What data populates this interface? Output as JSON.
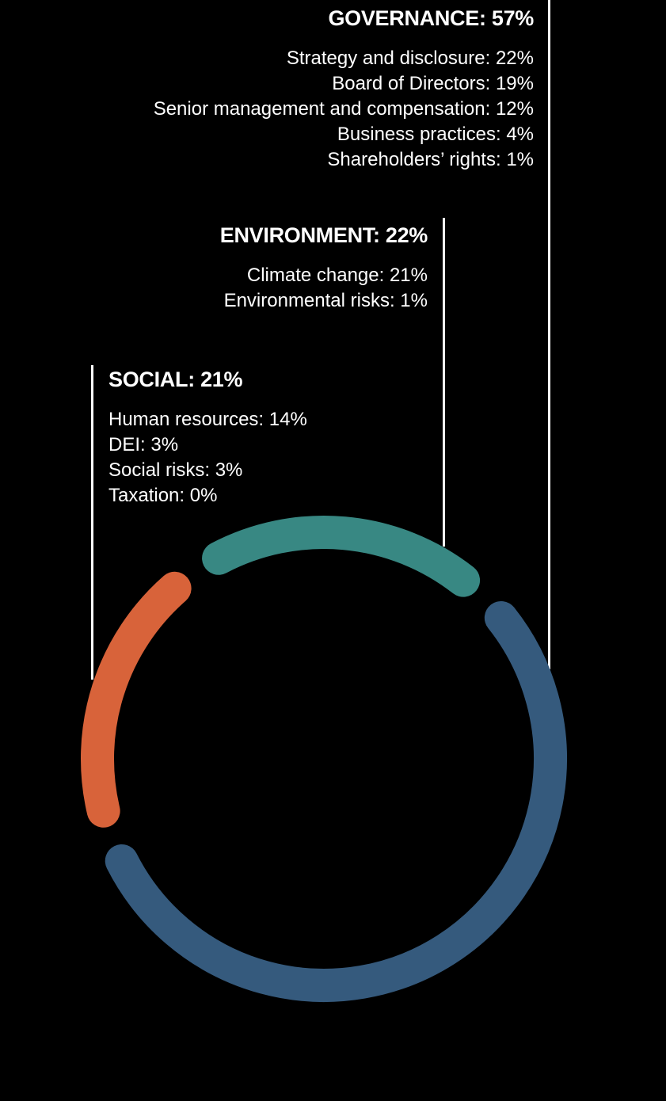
{
  "background_color": "#000000",
  "text_color": "#ffffff",
  "connector_color": "#ffffff",
  "callouts": {
    "governance": {
      "title": "GOVERNANCE: 57%",
      "items": [
        "Strategy and disclosure: 22%",
        "Board of Directors: 19%",
        "Senior management and compensation: 12%",
        "Business practices: 4%",
        "Shareholders’ rights: 1%"
      ]
    },
    "environment": {
      "title": "ENVIRONMENT: 22%",
      "items": [
        "Climate change: 21%",
        "Environmental risks: 1%"
      ]
    },
    "social": {
      "title": "SOCIAL: 21%",
      "items": [
        "Human resources: 14%",
        "DEI: 3%",
        "Social risks: 3%",
        "Taxation: 0%"
      ]
    }
  },
  "chart_data": {
    "type": "donut",
    "unit": "%",
    "title": "",
    "legend_position": "external-callouts-with-connector-lines",
    "grid": false,
    "series": [
      {
        "name": "Governance",
        "value": 57,
        "color": "#355a7d",
        "children": [
          {
            "name": "Strategy and disclosure",
            "value": 22
          },
          {
            "name": "Board of Directors",
            "value": 19
          },
          {
            "name": "Senior management and compensation",
            "value": 12
          },
          {
            "name": "Business practices",
            "value": 4
          },
          {
            "name": "Shareholders’ rights",
            "value": 1
          }
        ]
      },
      {
        "name": "Social",
        "value": 21,
        "color": "#d8633a",
        "children": [
          {
            "name": "Human resources",
            "value": 14
          },
          {
            "name": "DEI",
            "value": 3
          },
          {
            "name": "Social risks",
            "value": 3
          },
          {
            "name": "Taxation",
            "value": 0
          }
        ]
      },
      {
        "name": "Environment",
        "value": 22,
        "color": "#388883",
        "children": [
          {
            "name": "Climate change",
            "value": 21
          },
          {
            "name": "Environmental risks",
            "value": 1
          }
        ]
      }
    ],
    "layout": {
      "clockwise_order": [
        "Governance",
        "Social",
        "Environment"
      ],
      "start_bearing_deg": 51.5,
      "gap_deg": 13.5,
      "radius": 286,
      "stroke_width": 42,
      "linecap": "round",
      "center_x": 409,
      "center_y": 958
    }
  }
}
